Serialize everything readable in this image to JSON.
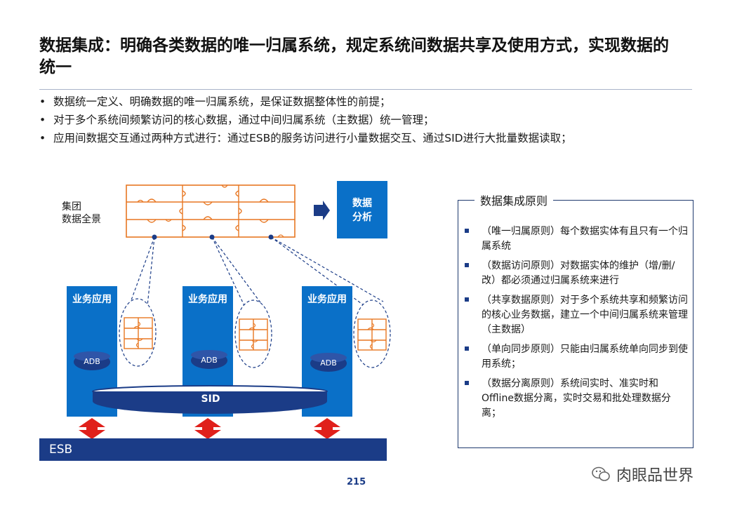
{
  "title": "数据集成：明确各类数据的唯一归属系统，规定系统间数据共享及使用方式，实现数据的统一",
  "bullets": [
    "数据统一定义、明确数据的唯一归属系统，是保证数据整体性的前提；",
    "对于多个系统间频繁访问的核心数据，通过中间归属系统（主数据）统一管理；",
    "应用间数据交互通过两种方式进行：通过ESB的服务访问进行小量数据交互、通过SID进行大批量数据读取；"
  ],
  "bullet_glyph": "•",
  "diagram": {
    "group_label_line1": "集团",
    "group_label_line2": "数据全景",
    "analysis_line1": "数据",
    "analysis_line2": "分析",
    "apps": [
      {
        "label": "业务应用",
        "db": "ADB"
      },
      {
        "label": "业务应用",
        "db": "ADB"
      },
      {
        "label": "业务应用",
        "db": "ADB"
      }
    ],
    "sid_label": "SID",
    "esb_label": "ESB",
    "colors": {
      "navy": "#1b3c87",
      "blue": "#0a70c8",
      "orange": "#e87722",
      "red": "#e0201b"
    }
  },
  "principles": {
    "title": "数据集成原则",
    "items": [
      "（唯一归属原则）每个数据实体有且只有一个归属系统",
      "（数据访问原则）对数据实体的维护（增/删/改）都必须通过归属系统来进行",
      "（共享数据原则）对于多个系统共享和频繁访问的核心业务数据，建立一个中间归属系统来管理（主数据）",
      "（单向同步原则）只能由归属系统单向同步到使用系统；",
      "（数据分离原则）系统间实时、准实时和Offline数据分离，实时交易和批处理数据分离；"
    ]
  },
  "page_number": "215",
  "watermark": "肉眼品世界"
}
